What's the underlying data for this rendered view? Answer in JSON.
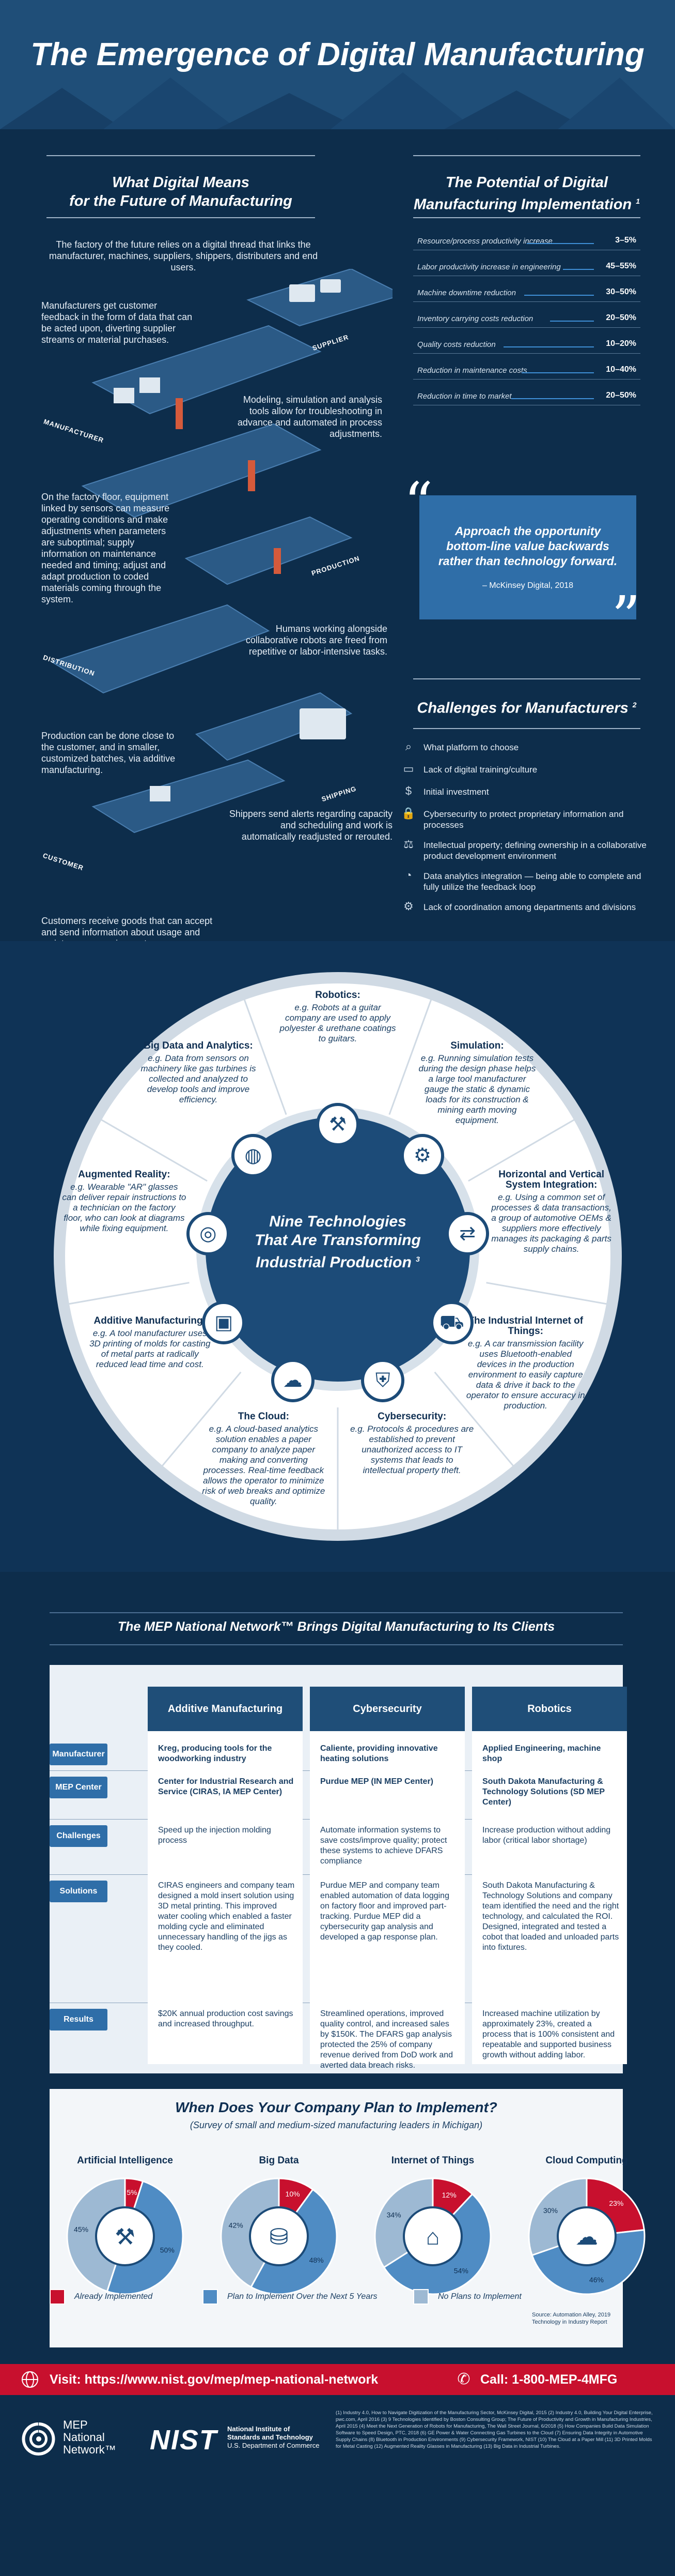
{
  "title": "The Emergence of Digital Manufacturing",
  "digital": {
    "heading_line1": "What Digital Means",
    "heading_line2": "for the Future of Manufacturing",
    "intro": "The factory of the future relies on a digital thread that links the manufacturer, machines, suppliers, shippers, distributers and end users.",
    "p1": "Manufacturers get customer feedback in the form of data that can be acted upon, diverting supplier streams or material purchases.",
    "p2": "Modeling, simulation and analysis tools allow for troubleshooting in advance and automated in process adjustments.",
    "p3": "On the factory floor, equipment linked by sensors can measure operating conditions and make adjustments when parameters are suboptimal; supply information on maintenance needed and timing; adjust and adapt production to coded materials coming through the system.",
    "p4": "Humans working alongside collaborative robots are freed from repetitive or labor-intensive tasks.",
    "p5": "Production can be done close to the customer, and in smaller, customized batches, via additive manufacturing.",
    "p6": "Shippers send alerts regarding capacity and scheduling and work is automatically readjusted or rerouted.",
    "p7": "Customers receive goods that can accept and send information about usage and maintenance requirements.",
    "labels": {
      "supplier": "SUPPLIER",
      "manufacturer": "MANUFACTURER",
      "production": "PRODUCTION",
      "distribution": "DISTRIBUTION",
      "shipping": "SHIPPING",
      "customer": "CUSTOMER"
    }
  },
  "potential": {
    "heading_line1": "The Potential of Digital",
    "heading_line2": "Manufacturing Implementation",
    "heading_sup": "1",
    "rows": [
      {
        "label": "Resource/process productivity increase",
        "value": "3–5%"
      },
      {
        "label": "Labor productivity increase in engineering",
        "value": "45–55%"
      },
      {
        "label": "Machine downtime reduction",
        "value": "30–50%"
      },
      {
        "label": "Inventory carrying costs reduction",
        "value": "20–50%"
      },
      {
        "label": "Quality costs reduction",
        "value": "10–20%"
      },
      {
        "label": "Reduction in maintenance costs",
        "value": "10–40%"
      },
      {
        "label": "Reduction in time to market",
        "value": "20–50%"
      }
    ],
    "quote": "Approach the opportunity bottom-line value backwards rather than technology forward.",
    "quote_source": "– McKinsey Digital, 2018"
  },
  "challenges": {
    "heading": "Challenges for Manufacturers",
    "heading_sup": "2",
    "items": [
      {
        "icon": "search-icon",
        "text": "What platform to choose"
      },
      {
        "icon": "training-icon",
        "text": "Lack of digital training/culture"
      },
      {
        "icon": "money-icon",
        "text": "Initial investment"
      },
      {
        "icon": "lock-icon",
        "text": "Cybersecurity to protect proprietary information and processes"
      },
      {
        "icon": "ownership-icon",
        "text": "Intellectual property; defining ownership in a collaborative product development environment"
      },
      {
        "icon": "analytics-icon",
        "text": "Data analytics integration — being able to complete and fully utilize the feedback loop"
      },
      {
        "icon": "divisions-icon",
        "text": "Lack of coordination among departments and divisions"
      }
    ]
  },
  "nine": {
    "center_line1": "Nine Technologies",
    "center_line2": "That Are Transforming",
    "center_line3": "Industrial Production",
    "center_sup": "3",
    "techs": [
      {
        "name": "Robotics:",
        "desc": "e.g. Robots at a guitar company are used to apply polyester & urethane coatings to guitars.",
        "icon": "robot-arm-icon"
      },
      {
        "name": "Simulation:",
        "desc": "e.g. Running simulation tests during the design phase helps a large tool manufacturer gauge the static & dynamic loads for its construction & mining earth moving equipment.",
        "icon": "gear-icon"
      },
      {
        "name": "Horizontal and Vertical System Integration:",
        "desc": "e.g. Using a common set of processes & data transactions, a group of automotive OEMs & suppliers more effectively manages its packaging & parts supply chains.",
        "icon": "integration-icon"
      },
      {
        "name": "The Industrial Internet of Things:",
        "desc": "e.g. A car transmission facility uses Bluetooth-enabled devices in the production environment to easily capture data & drive it back to the operator to ensure accuracy in production.",
        "icon": "truck-iot-icon"
      },
      {
        "name": "Cybersecurity:",
        "desc": "e.g. Protocols & procedures are established to prevent unauthorized access to IT systems that leads to intellectual property theft.",
        "icon": "shield-icon"
      },
      {
        "name": "The Cloud:",
        "desc": "e.g. A cloud-based analytics solution enables a paper company to analyze paper making and converting processes. Real-time feedback allows the operator to minimize risk of web breaks and optimize quality.",
        "icon": "cloud-icon"
      },
      {
        "name": "Additive Manufacturing:",
        "desc": "e.g. A tool manufacturer uses 3D printing of molds for casting of metal parts at radically reduced lead time and cost.",
        "icon": "printer-3d-icon"
      },
      {
        "name": "Augmented Reality:",
        "desc": "e.g. Wearable \"AR\" glasses can deliver repair instructions to a technician on the factory floor, who can look at diagrams while fixing equipment.",
        "icon": "ar-glasses-icon"
      },
      {
        "name": "Big Data and Analytics:",
        "desc": "e.g. Data from sensors on machinery like gas turbines is collected and analyzed to develop tools and improve efficiency.",
        "icon": "globe-icon"
      }
    ]
  },
  "mep": {
    "heading": "The MEP National Network™ Brings Digital Manufacturing to Its Clients",
    "row_labels": [
      "Manufacturer",
      "MEP Center",
      "Challenges",
      "Solutions",
      "Results"
    ],
    "columns": [
      {
        "header": "Additive Manufacturing",
        "manufacturer": "Kreg, producing tools for the woodworking industry",
        "center": "Center for Industrial Research and Service (CIRAS, IA MEP Center)",
        "challenges": "Speed up the injection molding process",
        "solutions": "CIRAS engineers and company team designed a mold insert solution using 3D metal printing. This improved water cooling which enabled a faster molding cycle and eliminated unnecessary handling of the jigs as they cooled.",
        "results": "$20K annual production cost savings and increased throughput."
      },
      {
        "header": "Cybersecurity",
        "manufacturer": "Caliente, providing innovative heating solutions",
        "center": "Purdue MEP (IN MEP Center)",
        "challenges": "Automate information systems to save costs/improve quality; protect these systems to achieve DFARS compliance",
        "solutions": "Purdue MEP and company team enabled automation of data logging on factory floor and improved part-tracking. Purdue MEP did a cybersecurity gap analysis and developed a gap response plan.",
        "results": "Streamlined operations, improved quality control, and increased sales by $150K. The DFARS gap analysis protected the 25% of company revenue derived from DoD work and averted data breach risks."
      },
      {
        "header": "Robotics",
        "manufacturer": "Applied Engineering, machine shop",
        "center": "South Dakota Manufacturing & Technology Solutions (SD MEP Center)",
        "challenges": "Increase production without adding labor (critical labor shortage)",
        "solutions": "South Dakota Manufacturing & Technology Solutions and company team identified the need and the right technology, and calculated the ROI. Designed, integrated and tested a cobot that loaded and unloaded parts into fixtures.",
        "results": "Increased machine utilization by approximately 23%, created a process that is 100% consistent and repeatable and supported business growth without adding labor."
      }
    ]
  },
  "plan": {
    "heading": "When Does Your Company Plan to Implement?",
    "subheading": "(Survey of small and medium-sized manufacturing leaders in Michigan)",
    "colors": {
      "already": "#c8102e",
      "plan5": "#4f8cc4",
      "none": "#9db9d3"
    },
    "charts": [
      {
        "title": "Artificial Intelligence",
        "already": 5,
        "plan": 50,
        "none": 45,
        "labels": [
          "5%",
          "50%",
          "45%"
        ]
      },
      {
        "title": "Big Data",
        "already": 10,
        "plan": 48,
        "none": 42,
        "labels": [
          "10%",
          "48%",
          "42%"
        ]
      },
      {
        "title": "Internet of Things",
        "already": 12,
        "plan": 54,
        "none": 34,
        "labels": [
          "12%",
          "54%",
          "34%"
        ]
      },
      {
        "title": "Cloud Computing",
        "already": 23,
        "plan": 46,
        "none": 30,
        "labels": [
          "23%",
          "46%",
          "30%"
        ]
      }
    ],
    "legend": [
      "Already Implemented",
      "Plan to Implement Over the Next 5 Years",
      "No Plans to Implement"
    ],
    "source": "Source: Automation Alley, 2019 Technology in Industry Report"
  },
  "footer": {
    "visit": "Visit: https://www.nist.gov/mep/mep-national-network",
    "call": "Call: 1-800-MEP-4MFG",
    "mep_logo_line1": "MEP",
    "mep_logo_line2": "National",
    "mep_logo_line3": "Network™",
    "nist_logo": "NIST",
    "nist_line1": "National Institute of",
    "nist_line2": "Standards and Technology",
    "nist_line3": "U.S. Department of Commerce",
    "refs": "(1) Industry 4.0, How to Navigate Digitization of the Manufacturing Sector, McKinsey Digital, 2015 (2) Industry 4.0, Building Your Digital Enterprise, pwc.com, April 2016 (3) 9 Technologies Identified by Boston Consulting Group; The Future of Productivity and Growth in Manufacturing Industries, April 2015 (4) Meet the Next Generation of Robots for Manufacturing, The Wall Street Journal, 6/2018 (5) How Companies Build Data Simulation Software to Speed Design, PTC, 2018 (6) GE Power & Water Connecting Gas Turbines to the Cloud (7) Ensuring Data Integrity in Automotive Supply Chains (8) Bluetooth in Production Environments (9) Cybersecurity Framework, NIST (10) The Cloud at a Paper Mill (11) 3D Printed Molds for Metal Casting (12) Augmented Reality Glasses in Manufacturing (13) Big Data in Industrial Turbines."
  }
}
